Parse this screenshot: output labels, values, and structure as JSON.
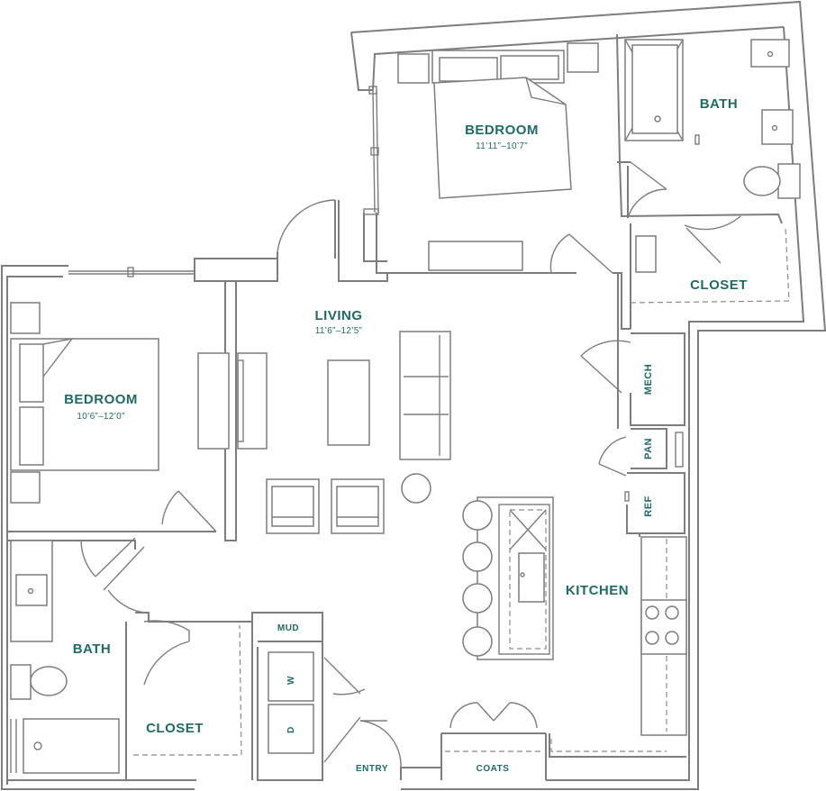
{
  "accent_color": "#1f6b66",
  "line_color": "#7d7d7d",
  "rooms": {
    "master_bedroom": {
      "label": "BEDROOM",
      "dimensions": "11’11”–10’7”"
    },
    "master_bath": {
      "label": "BATH"
    },
    "master_closet": {
      "label": "CLOSET"
    },
    "living": {
      "label": "LIVING",
      "dimensions": "11’6”–12’5”"
    },
    "bedroom_2": {
      "label": "BEDROOM",
      "dimensions": "10’6”–12’0”"
    },
    "bath_2": {
      "label": "BATH"
    },
    "closet_2": {
      "label": "CLOSET"
    },
    "kitchen": {
      "label": "KITCHEN"
    },
    "mech": {
      "label": "MECH"
    },
    "pantry": {
      "label": "PAN"
    },
    "refrigerator": {
      "label": "REF"
    },
    "mud": {
      "label": "MUD"
    },
    "washer": {
      "label": "W"
    },
    "dryer": {
      "label": "D"
    },
    "entry": {
      "label": "ENTRY"
    },
    "coats": {
      "label": "COATS"
    }
  }
}
